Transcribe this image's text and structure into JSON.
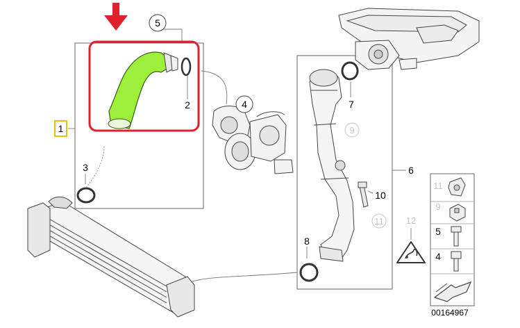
{
  "callouts": {
    "c1": "1",
    "c2": "2",
    "c3": "3",
    "c4": "4",
    "c5": "5",
    "c6": "6",
    "c7": "7",
    "c8": "8",
    "c9": "9",
    "c10": "10",
    "c11": "11",
    "c12": "12"
  },
  "legend": {
    "row1": "11",
    "row2": "9",
    "row3": "5",
    "row4": "4"
  },
  "reference_number": "00164967",
  "colors": {
    "highlight_frame": "#e0202a",
    "arrow": "#e0202a",
    "highlight_part": "#9cf03a",
    "callout1_frame": "#e8c000",
    "line": "#555555",
    "faded": "#c4c4c4"
  },
  "icons": {
    "pointer": "down-arrow-icon",
    "warning": "caution-triangle-icon",
    "nav": "next-page-arrow-icon"
  }
}
